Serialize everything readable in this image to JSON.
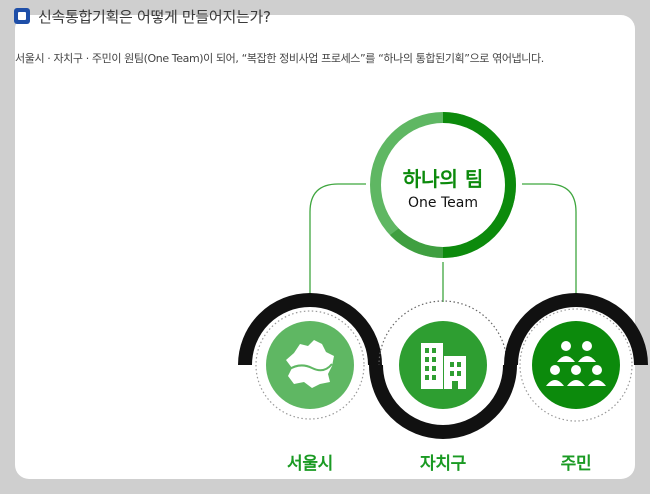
{
  "header": {
    "title": "신속통합기획은 어떻게 만들어지는가?",
    "icon": "square-bullet-icon"
  },
  "subtitle": "서울시 · 자치구 · 주민이 원팀(One Team)이 되어, “복잡한 정비사업 프로세스”를 “하나의 통합된기획”으로 엮어냅니다.",
  "center": {
    "title": "하나의 팀",
    "subtitle": "One Team"
  },
  "nodes": [
    {
      "label": "서울시",
      "icon": "seoul-map-icon"
    },
    {
      "label": "자치구",
      "icon": "building-icon"
    },
    {
      "label": "주민",
      "icon": "residents-group-icon"
    }
  ],
  "colors": {
    "green_dark": "#0c8a0c",
    "green_light": "#5fb763",
    "ring_black": "#111111",
    "label_green": "#1a9a23"
  }
}
